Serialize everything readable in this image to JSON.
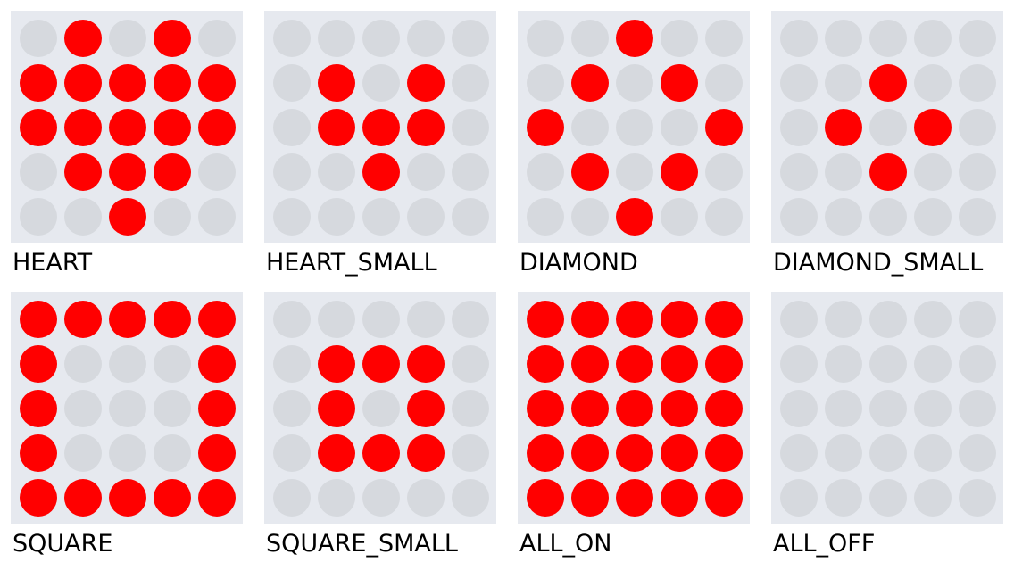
{
  "colors": {
    "tile_background": "#e6e9ef",
    "led_off": "#d6d9de",
    "led_on": "#ff0000",
    "label": "#000000"
  },
  "images": [
    {
      "name": "HEART",
      "rows": [
        "01010",
        "11111",
        "11111",
        "01110",
        "00100"
      ]
    },
    {
      "name": "HEART_SMALL",
      "rows": [
        "00000",
        "01010",
        "01110",
        "00100",
        "00000"
      ]
    },
    {
      "name": "DIAMOND",
      "rows": [
        "00100",
        "01010",
        "10001",
        "01010",
        "00100"
      ]
    },
    {
      "name": "DIAMOND_SMALL",
      "rows": [
        "00000",
        "00100",
        "01010",
        "00100",
        "00000"
      ]
    },
    {
      "name": "SQUARE",
      "rows": [
        "11111",
        "10001",
        "10001",
        "10001",
        "11111"
      ]
    },
    {
      "name": "SQUARE_SMALL",
      "rows": [
        "00000",
        "01110",
        "01010",
        "01110",
        "00000"
      ]
    },
    {
      "name": "ALL_ON",
      "rows": [
        "11111",
        "11111",
        "11111",
        "11111",
        "11111"
      ]
    },
    {
      "name": "ALL_OFF",
      "rows": [
        "00000",
        "00000",
        "00000",
        "00000",
        "00000"
      ]
    }
  ]
}
